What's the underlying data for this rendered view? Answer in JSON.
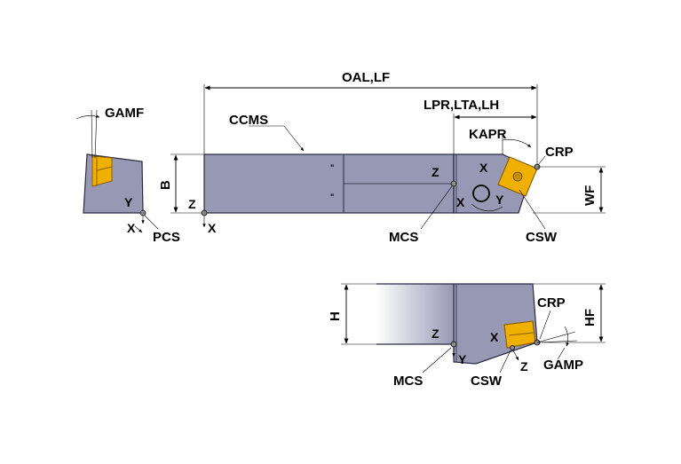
{
  "colors": {
    "body": "#9798b4",
    "body_dark": "#7d7e9c",
    "insert": "#f0b000",
    "insert_dark": "#c68d00",
    "line": "#000000"
  },
  "labels": {
    "oal_lf": "OAL,LF",
    "lpr_lta_lh": "LPR,LTA,LH",
    "ccms": "CCMS",
    "kapr": "KAPR",
    "crp_top": "CRP",
    "gamf": "GAMF",
    "b": "B",
    "wf": "WF",
    "pcs": "PCS",
    "mcs_top": "MCS",
    "csw_top": "CSW",
    "h": "H",
    "hf": "HF",
    "crp_bottom": "CRP",
    "gamp": "GAMP",
    "mcs_bottom": "MCS",
    "csw_bottom": "CSW"
  },
  "axes": {
    "x": "X",
    "y": "Y",
    "z": "Z"
  },
  "icons": {
    "coordinate_point": "circle-marker-icon",
    "arrow": "arrowhead-icon"
  }
}
